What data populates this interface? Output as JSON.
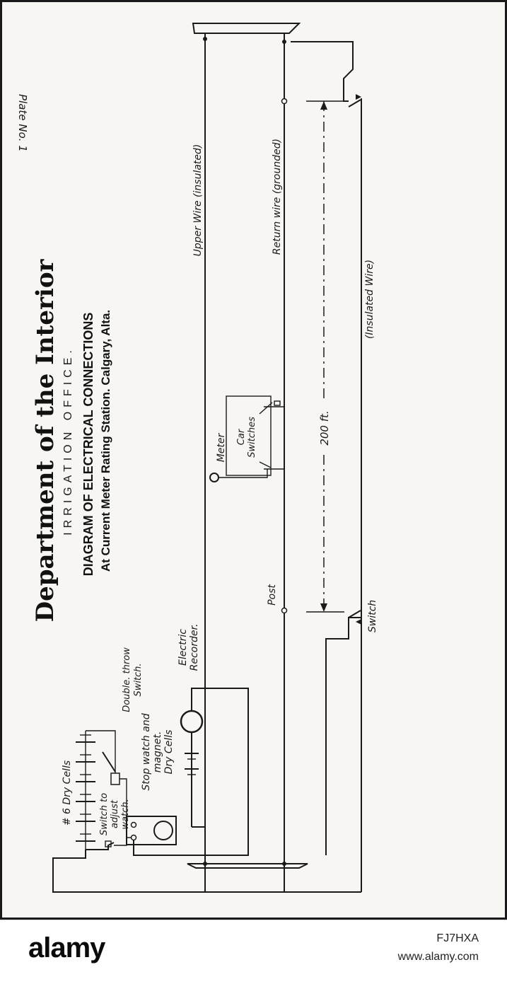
{
  "plate_label": "Plate No. 1",
  "title": {
    "department": "Department of the Interior",
    "office": "IRRIGATION OFFICE.",
    "diagram_heading": "DIAGRAM OF ELECTRICAL CONNECTIONS",
    "location": "At Current Meter Rating Station. Calgary, Alta."
  },
  "labels": {
    "upper_wire": "Upper Wire (insulated)",
    "return_wire": "Return wire (grounded)",
    "insulated_wire": "(Insulated Wire)",
    "distance": "200 ft.",
    "meter": "Meter",
    "car_switches_1": "Car",
    "car_switches_2": "Switches",
    "post": "Post",
    "switch": "Switch",
    "electric_recorder_1": "Electric",
    "electric_recorder_2": "Recorder.",
    "double_throw_1": "Double. throw",
    "double_throw_2": "Switch.",
    "dry_cells": "# 6 Dry Cells",
    "switch_adjust_1": "Switch to",
    "switch_adjust_2": "adjust",
    "switch_adjust_3": "watch.",
    "stopwatch_1": "Stop watch and",
    "stopwatch_2": "magnet.",
    "stopwatch_3": "Dry Cells"
  },
  "watermark": {
    "brand": "alamy",
    "image_id": "FJ7HXA",
    "url": "www.alamy.com"
  }
}
